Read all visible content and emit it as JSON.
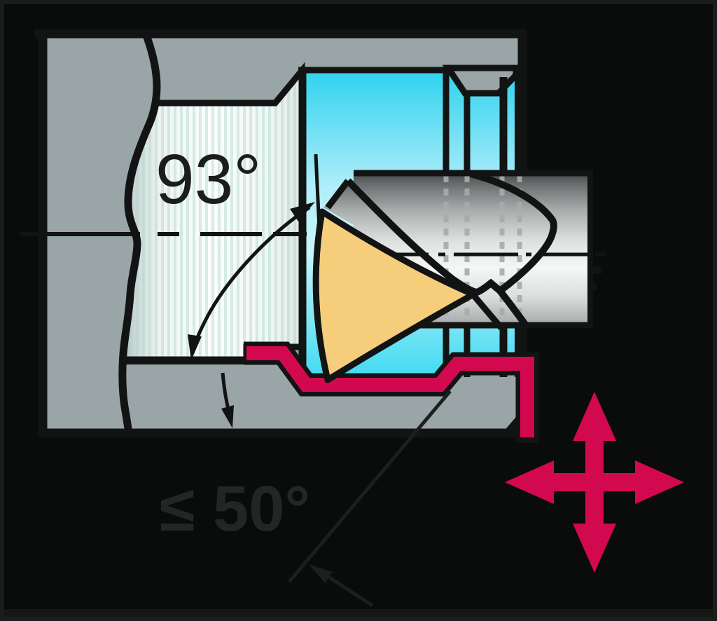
{
  "diagram": {
    "title": "internal-profiling-boring-diagram",
    "labels": {
      "entering_angle": "93°",
      "max_ramp_angle": "≤ 50°"
    },
    "colors": {
      "background": "#0a0c0b",
      "workpiece_gray": "#9aa5a7",
      "bore_cyan_deep": "#2ed2ee",
      "bore_cyan_light": "#c9f4fb",
      "insert_yellow": "#f5cd7b",
      "profile_red": "#d3094f",
      "outline_black": "#121413",
      "annotation_dark": "#232627"
    },
    "icons": {
      "feed_cross": "four-way-feed-direction-arrows-icon"
    }
  }
}
